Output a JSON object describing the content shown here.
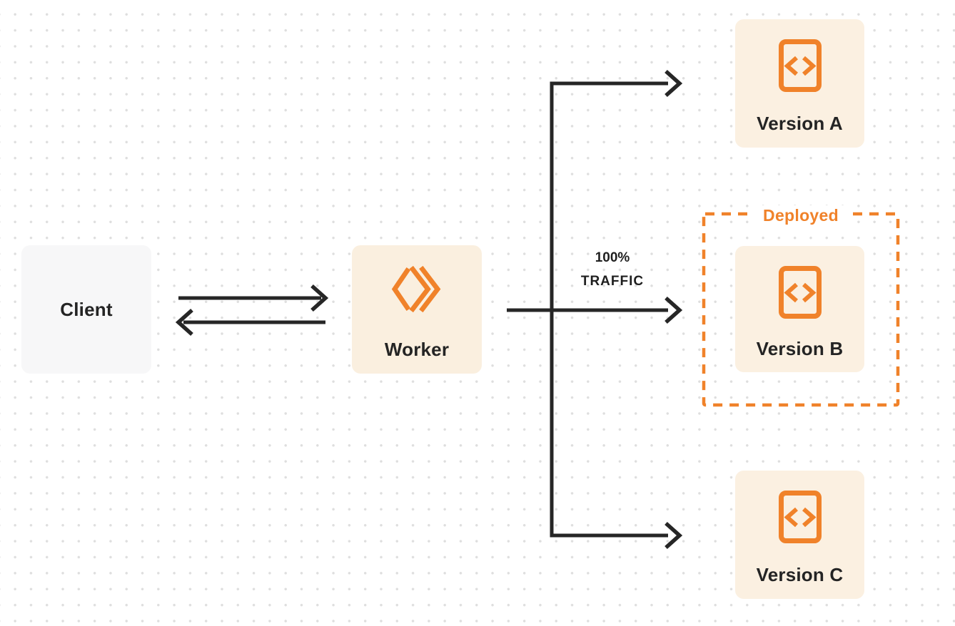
{
  "diagram": {
    "nodes": {
      "client": {
        "label": "Client"
      },
      "worker": {
        "label": "Worker",
        "icon": "cloudflare-workers-icon"
      },
      "versions": [
        {
          "label": "Version A",
          "icon": "code-file-icon",
          "deployed": false
        },
        {
          "label": "Version B",
          "icon": "code-file-icon",
          "deployed": true
        },
        {
          "label": "Version C",
          "icon": "code-file-icon",
          "deployed": false
        }
      ]
    },
    "annotations": {
      "deployed": "Deployed",
      "traffic_percent": "100%",
      "traffic_word": "TRAFFIC"
    },
    "edges": [
      {
        "from": "client",
        "to": "worker"
      },
      {
        "from": "worker",
        "to": "client"
      },
      {
        "from": "worker",
        "to": "version-a"
      },
      {
        "from": "worker",
        "to": "version-b",
        "label": "100% TRAFFIC"
      },
      {
        "from": "worker",
        "to": "version-c"
      }
    ],
    "colors": {
      "accent": "#f0822a",
      "node_cream_bg": "#faefdf",
      "node_gray_bg": "#f7f7f8",
      "connector": "#262626",
      "text": "#242424",
      "dot_grid": "#dedede",
      "background": "#ffffff"
    }
  }
}
